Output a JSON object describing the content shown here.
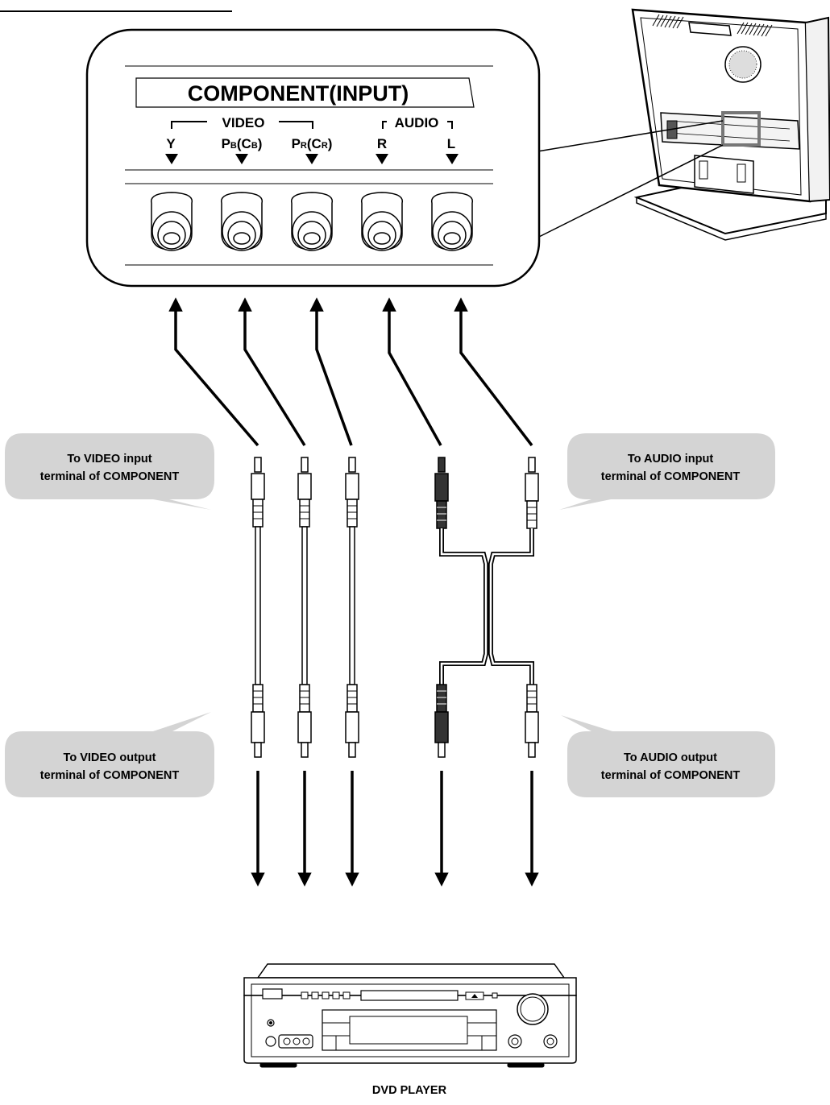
{
  "panel": {
    "title": "COMPONENT(INPUT)",
    "video_group": "VIDEO",
    "audio_group": "AUDIO",
    "jacks": [
      {
        "main": "Y",
        "sub1": "",
        "mid": "",
        "sub2": "",
        "end": ""
      },
      {
        "main": "P",
        "sub1": "B",
        "mid": "(C",
        "sub2": "B",
        "end": ")"
      },
      {
        "main": "P",
        "sub1": "R",
        "mid": "(C",
        "sub2": "R",
        "end": ")"
      },
      {
        "main": "R",
        "sub1": "",
        "mid": "",
        "sub2": "",
        "end": ""
      },
      {
        "main": "L",
        "sub1": "",
        "mid": "",
        "sub2": "",
        "end": ""
      }
    ]
  },
  "callouts": {
    "video_input": {
      "line1": "To VIDEO input",
      "line2": "terminal of COMPONENT"
    },
    "audio_input": {
      "line1": "To AUDIO input",
      "line2": "terminal of COMPONENT"
    },
    "video_output": {
      "line1": "To VIDEO output",
      "line2": "terminal of COMPONENT"
    },
    "audio_output": {
      "line1": "To AUDIO output",
      "line2": "terminal of COMPONENT"
    }
  },
  "device": {
    "label": "DVD PLAYER"
  },
  "colors": {
    "callout_bg": "#d4d4d4",
    "audio_plug_dark": "#333333",
    "line": "#000000"
  }
}
